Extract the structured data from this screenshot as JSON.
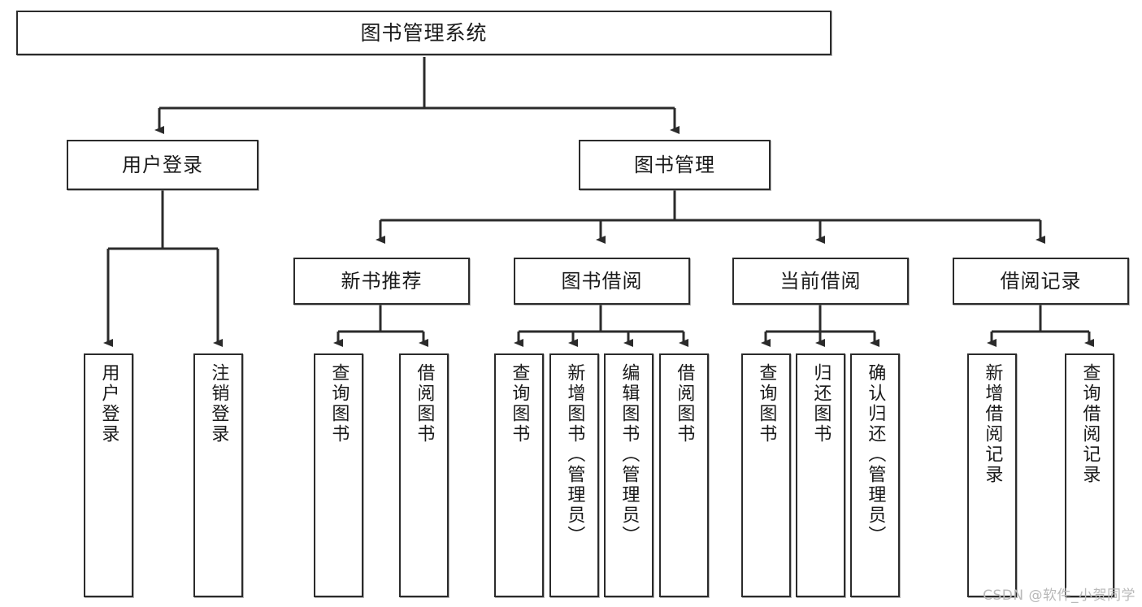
{
  "diagram": {
    "title": "图书管理系统",
    "type": "tree",
    "watermark": "CSDN @软件_小贺同学",
    "colors": {
      "box_border": "#2b2b2b",
      "box_fill": "#ffffff",
      "connector": "#2b2b2b",
      "text": "#1a1a1a",
      "watermark": "#b9b9b9"
    },
    "levels": {
      "root": "图书管理系统",
      "level2": [
        "用户登录",
        "图书管理"
      ],
      "level3": [
        "新书推荐",
        "图书借阅",
        "当前借阅",
        "借阅记录"
      ]
    },
    "nodes": {
      "root": {
        "label": "图书管理系统"
      },
      "user_login": {
        "label": "用户登录"
      },
      "book_manage": {
        "label": "图书管理"
      },
      "new_book_rec": {
        "label": "新书推荐"
      },
      "book_borrow": {
        "label": "图书借阅"
      },
      "current_borrow": {
        "label": "当前借阅"
      },
      "borrow_record": {
        "label": "借阅记录"
      }
    },
    "leaves": {
      "user_login": [
        "用户登录",
        "注销登录"
      ],
      "new_book_rec": [
        "查询图书",
        "借阅图书"
      ],
      "book_borrow": [
        "查询图书",
        "新增图书（管理员）",
        "编辑图书（管理员）",
        "借阅图书"
      ],
      "current_borrow": [
        "查询图书",
        "归还图书",
        "确认归还（管理员）"
      ],
      "borrow_record": [
        "新增借阅记录",
        "查询借阅记录"
      ]
    }
  }
}
